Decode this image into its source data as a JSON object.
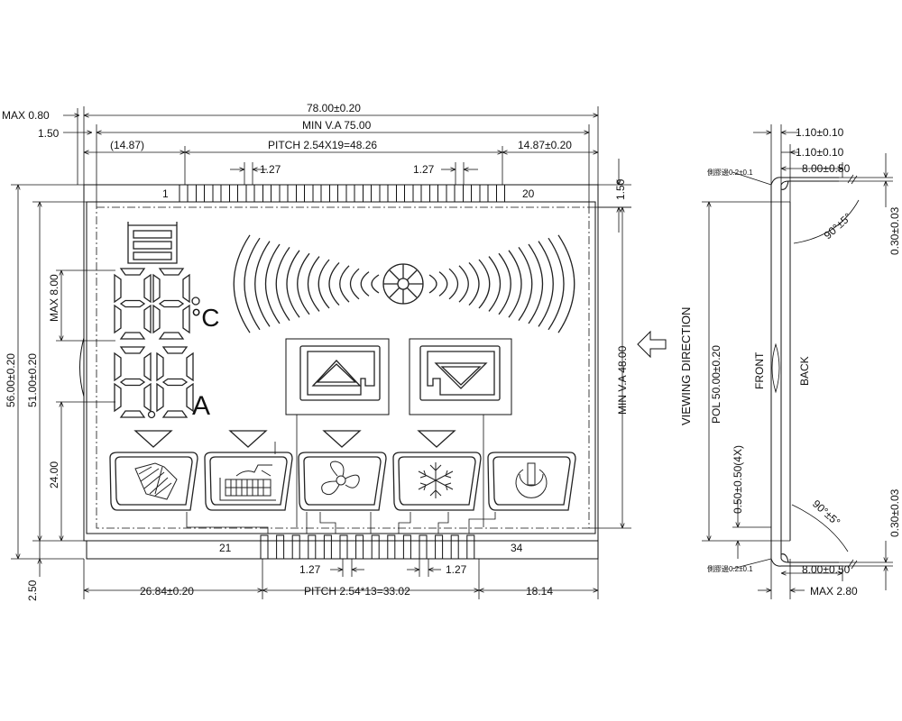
{
  "top_dims": {
    "overall_width": "78.00±0.20",
    "view_area": "MIN V.A 75.00",
    "pitch_top": "PITCH 2.54X19=48.26",
    "left_offset": "(14.87)",
    "right_offset": "14.87±0.20",
    "pin_gap_left": "1.27",
    "pin_gap_right": "1.27",
    "max_left": "MAX 0.80",
    "left_edge": "1.50",
    "right_top": "1.50",
    "pin_first": "1",
    "pin_last": "20"
  },
  "left_dims": {
    "height_outer": "56.00±0.20",
    "height_inner": "51.00±0.20",
    "max_digit": "MAX 8.00",
    "offset_24": "24.00",
    "bottom_gap": "2.50"
  },
  "right_dims": {
    "va_height": "MIN V.A 48.00",
    "viewing": "VIEWING DIRECTION"
  },
  "bottom_dims": {
    "pin_first": "21",
    "pin_last": "34",
    "pin_gap_left": "1.27",
    "pin_gap_right": "1.27",
    "left_offset": "26.84±0.20",
    "pitch_bottom": "PITCH 2.54*13=33.02",
    "right_offset": "18.14"
  },
  "lcd": {
    "unit_celsius": "°C",
    "unit_amp": "A"
  },
  "side_view": {
    "t1": "1.10±0.10",
    "t2": "1.10±0.10",
    "lead_top": "8.00±0.50",
    "lead_bottom": "8.00±0.50",
    "angle_top": "90°±5°",
    "angle_bottom": "90°±5°",
    "gap_top": "0.30±0.03",
    "gap_bottom": "0.30±0.03",
    "pol": "POL 50.00±0.20",
    "pin_pitch": "0.50±0.50(4X)",
    "front": "FRONT",
    "back": "BACK",
    "max_thick": "MAX 2.80",
    "note_top": "側膠邊0.2±0.1",
    "note_bottom": "側膠邊0.2±0.1"
  }
}
